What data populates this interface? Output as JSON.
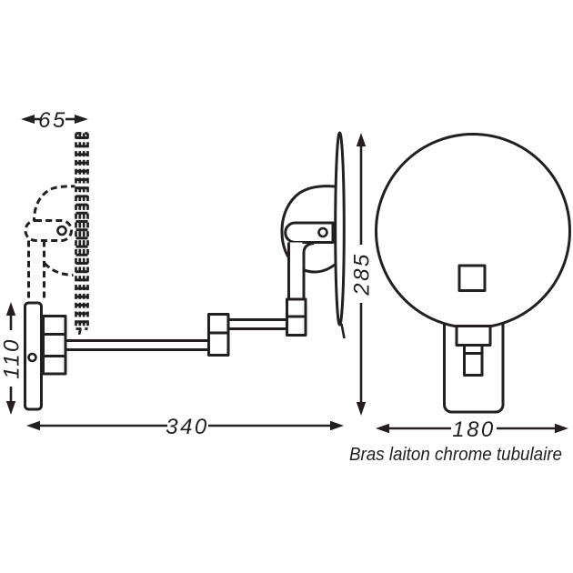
{
  "diagram": {
    "caption": "Bras laiton chrome tubulaire",
    "dimensions": {
      "folded_depth": "65",
      "wall_plate_height": "110",
      "arm_reach": "340",
      "mirror_height": "285",
      "mirror_width": "180"
    },
    "colors": {
      "line": "#231f20",
      "background": "#ffffff"
    }
  }
}
